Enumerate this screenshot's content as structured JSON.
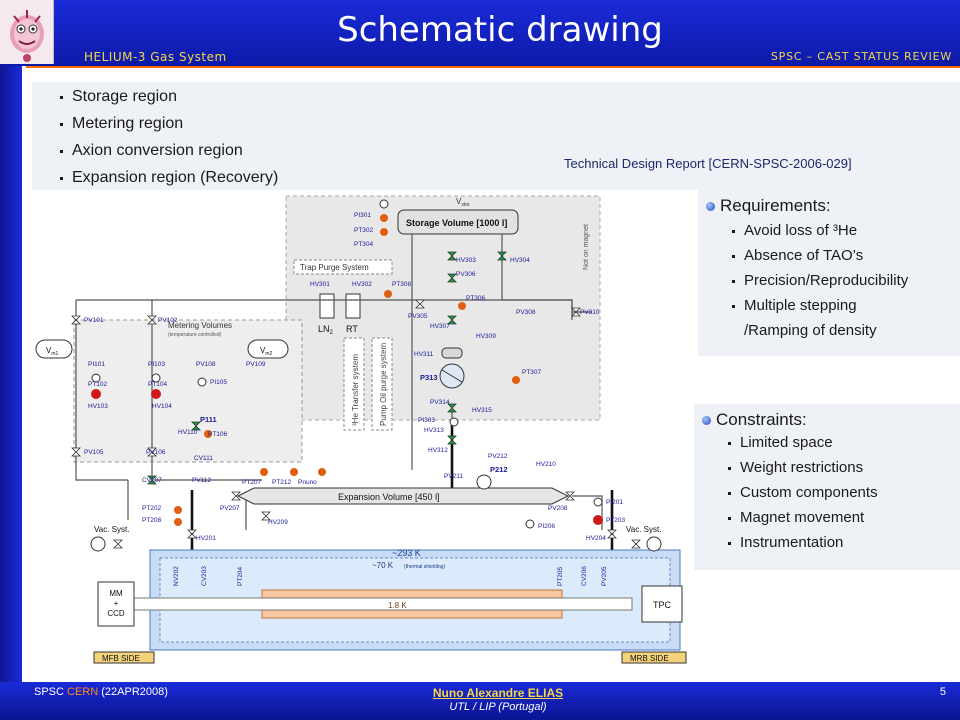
{
  "header": {
    "title": "Schematic drawing",
    "subtitle_left": "HELIUM-3 Gas System",
    "subtitle_right": "SPSC – CAST STATUS REVIEW"
  },
  "regions": [
    "Storage region",
    "Metering  region",
    "Axion conversion region",
    "Expansion region (Recovery)"
  ],
  "reference": "Technical Design Report [CERN-SPSC-2006-029]",
  "requirements": {
    "heading": "Requirements:",
    "items": [
      "Avoid loss of ³He",
      "Absence of TAO’s",
      "Precision/Reproducibility",
      "Multiple stepping",
      "/Ramping of density"
    ]
  },
  "constraints": {
    "heading": "Constraints:",
    "items": [
      "Limited space",
      "Weight restrictions",
      "Custom components",
      "Magnet movement",
      "Instrumentation"
    ]
  },
  "schematic": {
    "storage_volume": "Storage Volume [1000 l]",
    "v_stor": "V",
    "v_stor_sub": "stor",
    "not_on_magnet": "Not on magnet",
    "trap_purge": "Trap Purge System",
    "ln2": "LN",
    "ln2_sub": "2",
    "rt": "RT",
    "metering_volumes": "Metering Volumes",
    "metering_sub": "(temperature controlled)",
    "v_m1": "V",
    "v_m1_sub": "m1",
    "v_m2": "V",
    "v_m2_sub": "m2",
    "he_transfer": "³He Transfer system",
    "pump_oil": "Pump Oil purge system",
    "expansion_volume": "Expansion Volume [450 l]",
    "temp_293": "~293 K",
    "temp_70": "~70 K",
    "temp_70_note": "(thermal shielding)",
    "temp_18": "1.8 K",
    "mm_ccd_1": "MM",
    "mm_ccd_2": "+",
    "mm_ccd_3": "CCD",
    "tpc": "TPC",
    "vac_syst_left": "Vac. Syst.",
    "vac_syst_right": "Vac. Syst.",
    "mfb_side": "MFB SIDE",
    "mrb_side": "MRB SIDE",
    "labels": {
      "PI301": "PI301",
      "PT302": "PT302",
      "PT304": "PT304",
      "HV303": "HV303",
      "PV306": "PV306",
      "HV304": "HV304",
      "HV301": "HV301",
      "HV302": "HV302",
      "PT308": "PT308",
      "PV305": "PV305",
      "PT306": "PT306",
      "PV308": "PV308",
      "PV310": "PV310",
      "HV307": "HV307",
      "HV309": "HV309",
      "HV311": "HV311",
      "P313": "P313",
      "PT307": "PT307",
      "PV314": "PV314",
      "PI303": "PI303",
      "HV315": "HV315",
      "HV313": "HV313",
      "HV312": "HV312",
      "PV101": "PV101",
      "PV102": "PV102",
      "PI101": "PI101",
      "PI103": "PI103",
      "PV108": "PV108",
      "PV109": "PV109",
      "PI105": "PI105",
      "PT102": "PT102",
      "PT104": "PT104",
      "HV103": "HV103",
      "HV104": "HV104",
      "P111": "P111",
      "HV110": "HV110",
      "PT106": "PT106",
      "PV105": "PV105",
      "PV106": "PV106",
      "CV111": "CV111",
      "CV107": "CV107",
      "PV112": "PV112",
      "PT207": "PT207",
      "PT212": "PT212",
      "Pnuno": "Pnuno",
      "PV212": "PV212",
      "P212": "P212",
      "HV210": "HV210",
      "PV211": "PV211",
      "PT202": "PT202",
      "PT208": "PT208",
      "PV207": "PV207",
      "HV209": "HV209",
      "PV208": "PV208",
      "PI201": "PI201",
      "PT203": "PT203",
      "PI206": "PI206",
      "HV201": "HV201",
      "HV204": "HV204",
      "NV202": "NV202",
      "CV203": "CV203",
      "PT204": "PT204",
      "PT205": "PT205",
      "CV206": "CV206",
      "PV205": "PV205"
    }
  },
  "footer": {
    "left_pre": "SPSC ",
    "left_cern": "CERN",
    "left_post": " (22APR2008)",
    "author": "Nuno Alexandre ELIAS",
    "affiliation": "UTL / LIP (Portugal)",
    "page": "5"
  },
  "colors": {
    "blue_bar": "#1a2bd8",
    "accent_orange": "#ff6a00",
    "subtitle_yellow": "#f4d64a",
    "sensor_red": "#d01818",
    "sensor_orange": "#e06010",
    "valve_green": "#1a9a3a"
  }
}
